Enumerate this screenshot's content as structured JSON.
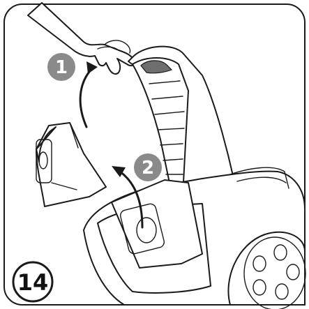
{
  "figure": {
    "step_number": "14",
    "callouts": [
      {
        "label": "1"
      },
      {
        "label": "2"
      }
    ],
    "colors": {
      "frame": "#1a1a1a",
      "badge_fill": "#8a8a8a",
      "background": "#ffffff"
    },
    "illustration": "vacuum-cleaner-dust-bag-removal"
  }
}
